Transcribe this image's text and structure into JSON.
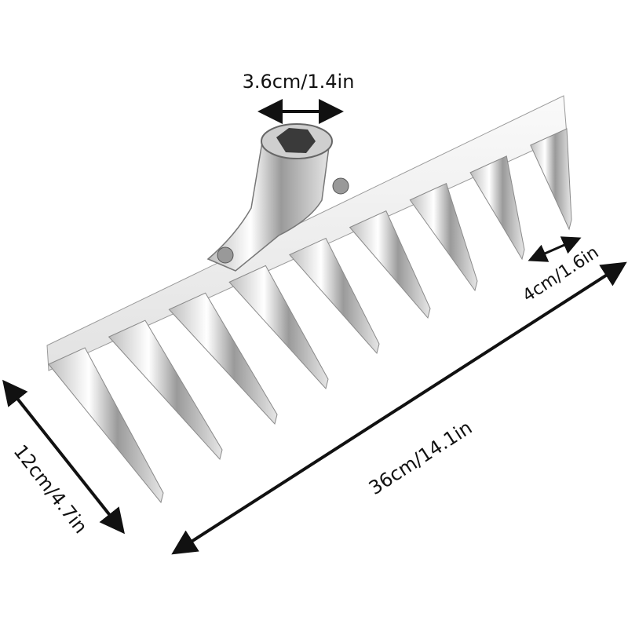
{
  "product": "rake-head",
  "colors": {
    "metal_light": "#f4f4f4",
    "metal_dark": "#6d6d6d",
    "outline": "#8a8a8a",
    "arrow": "#111111"
  },
  "dimensions": {
    "socket_width": "3.6cm/1.4in",
    "tine_spacing": "4cm/1.6in",
    "total_width": "36cm/14.1in",
    "tine_length": "12cm/4.7in"
  },
  "tine_count": 9
}
